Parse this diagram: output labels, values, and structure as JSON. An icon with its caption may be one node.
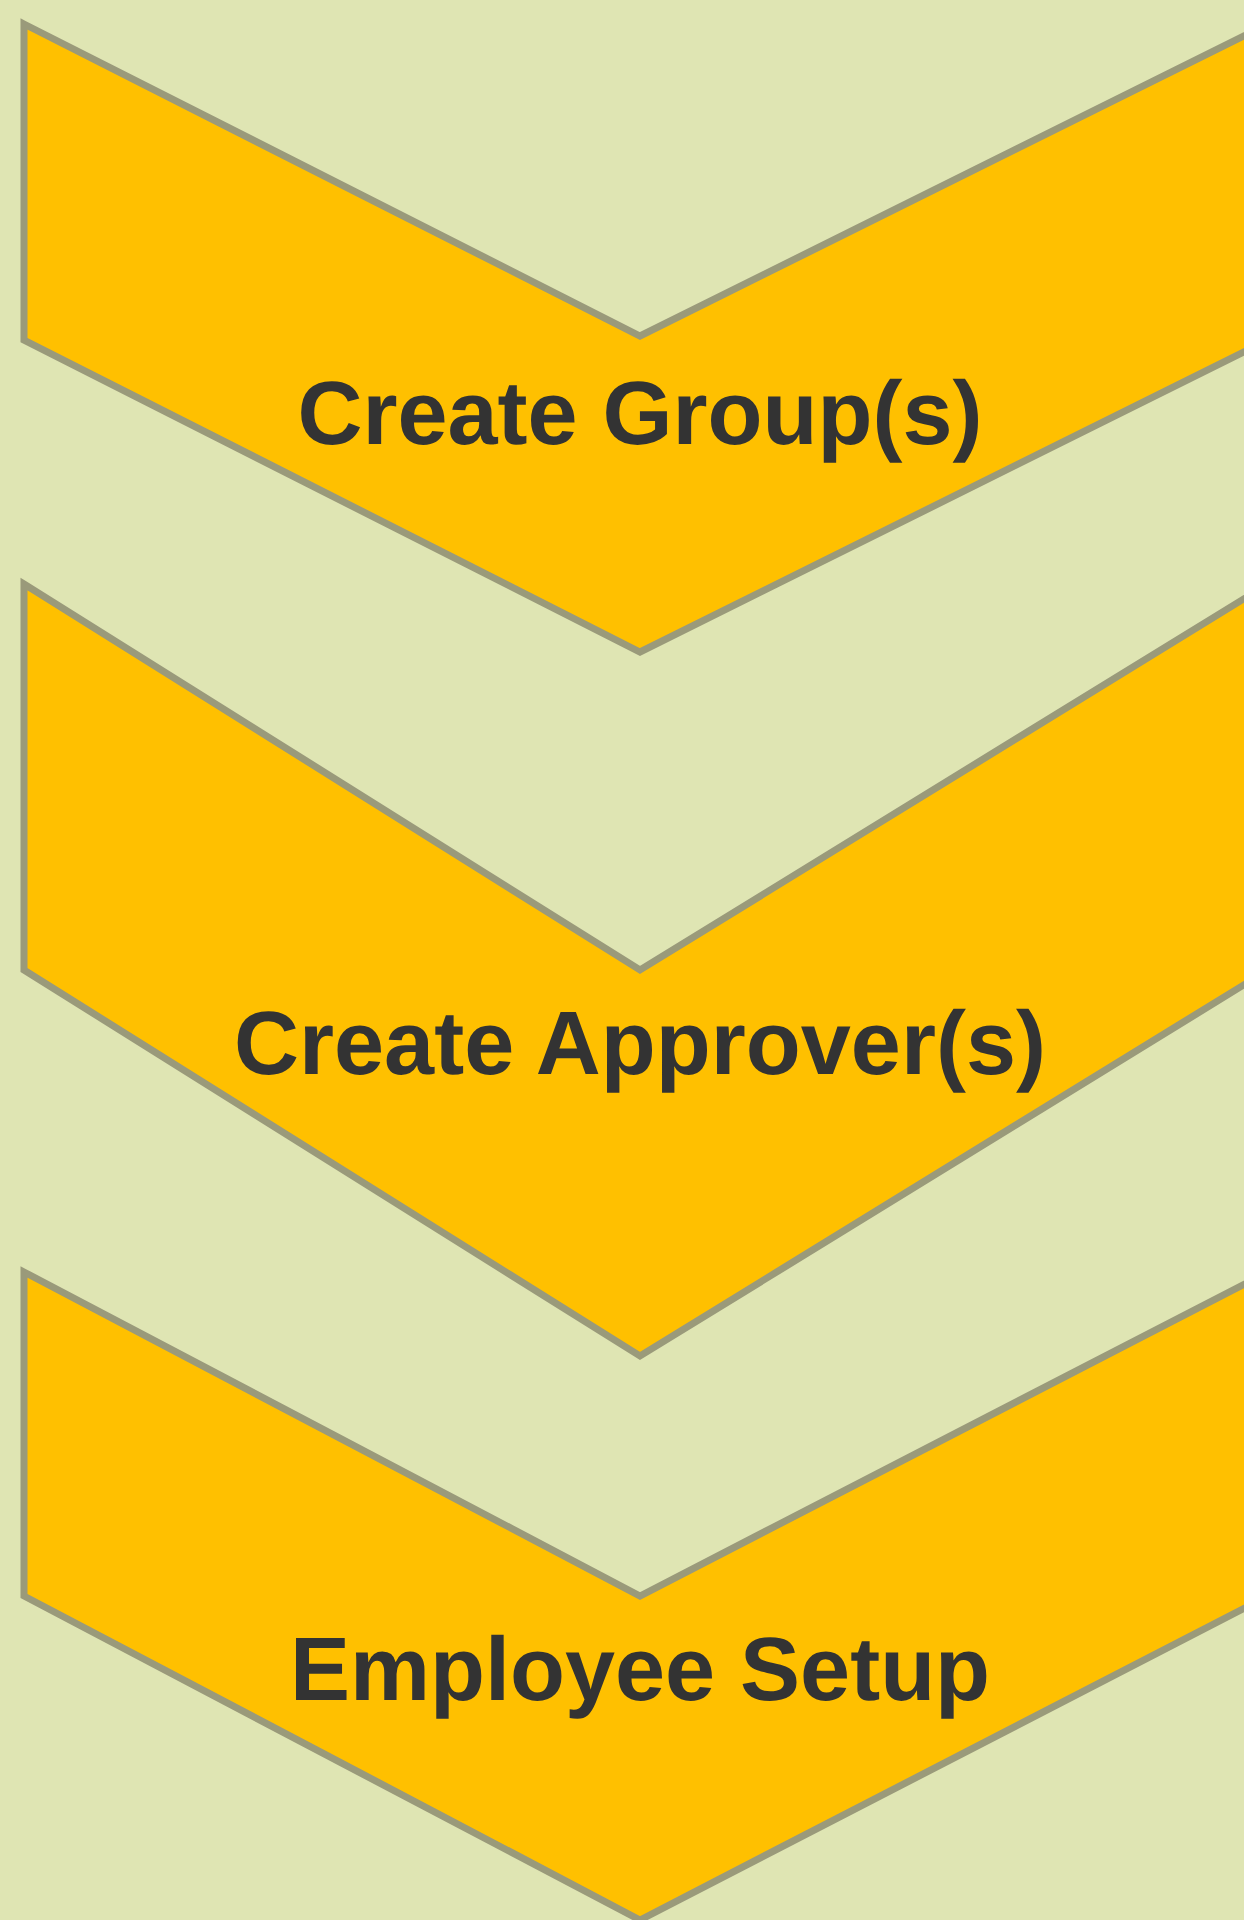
{
  "diagram": {
    "nodes": [
      {
        "text": [
          "Create Group(s)"
        ]
      },
      {
        "text": [
          "Create Approver(s)"
        ]
      },
      {
        "text": [
          "Employee Setup"
        ]
      }
    ]
  }
}
